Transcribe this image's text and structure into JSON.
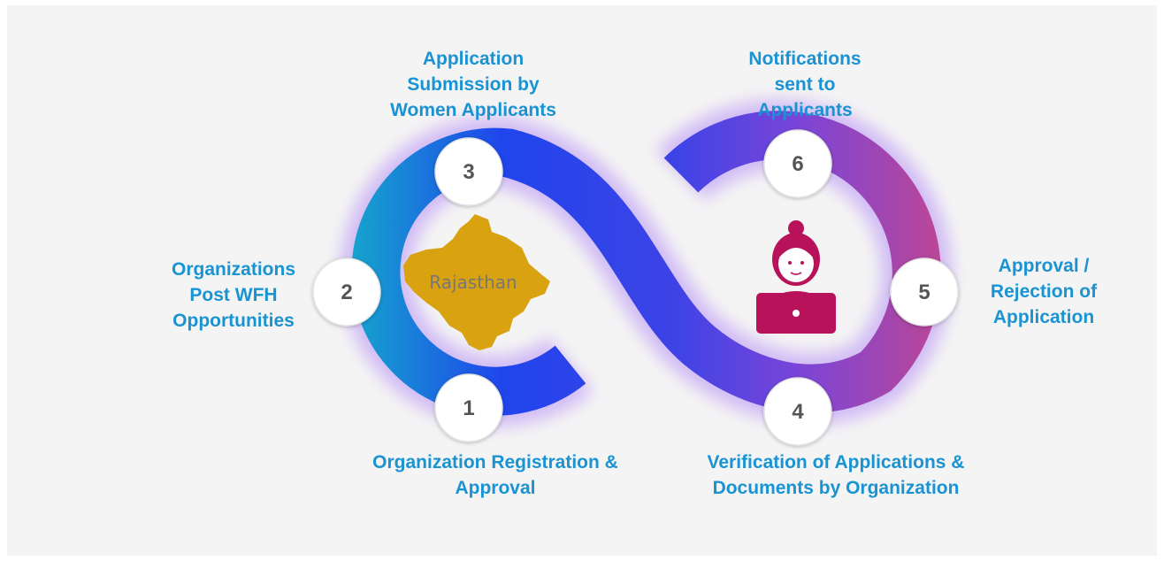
{
  "diagram": {
    "region_name": "Rajasthan",
    "steps": [
      {
        "number": "1",
        "label": "Organization Registration &\nApproval"
      },
      {
        "number": "2",
        "label": "Organizations\nPost WFH\nOpportunities"
      },
      {
        "number": "3",
        "label": "Application\nSubmission by\nWomen Applicants"
      },
      {
        "number": "4",
        "label": "Verification of Applications &\nDocuments by Organization"
      },
      {
        "number": "5",
        "label": "Approval /\nRejection of\nApplication"
      },
      {
        "number": "6",
        "label": "Notifications\nsent to\nApplicants"
      }
    ],
    "colors": {
      "label": "#1a93d3",
      "gradient_start": "#14b3c8",
      "gradient_mid": "#1f45ec",
      "gradient_end": "#c2478f",
      "map": "#d8a211",
      "person": "#b8125a"
    },
    "icons": [
      "rajasthan-map-icon",
      "woman-at-laptop-icon"
    ]
  }
}
